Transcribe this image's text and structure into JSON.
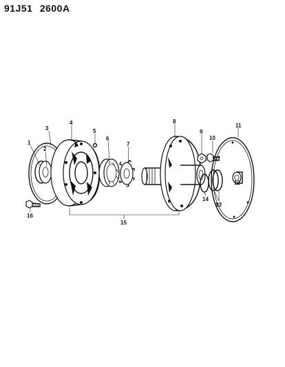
{
  "header": {
    "doc_code": "91J51",
    "page_code": "2600A"
  },
  "callouts": [
    "1",
    "2",
    "3",
    "4",
    "5",
    "6",
    "7",
    "8",
    "9",
    "10",
    "11",
    "12",
    "13",
    "14",
    "15",
    "16"
  ],
  "colors": {
    "ink": "#111111",
    "paper": "#ffffff"
  }
}
